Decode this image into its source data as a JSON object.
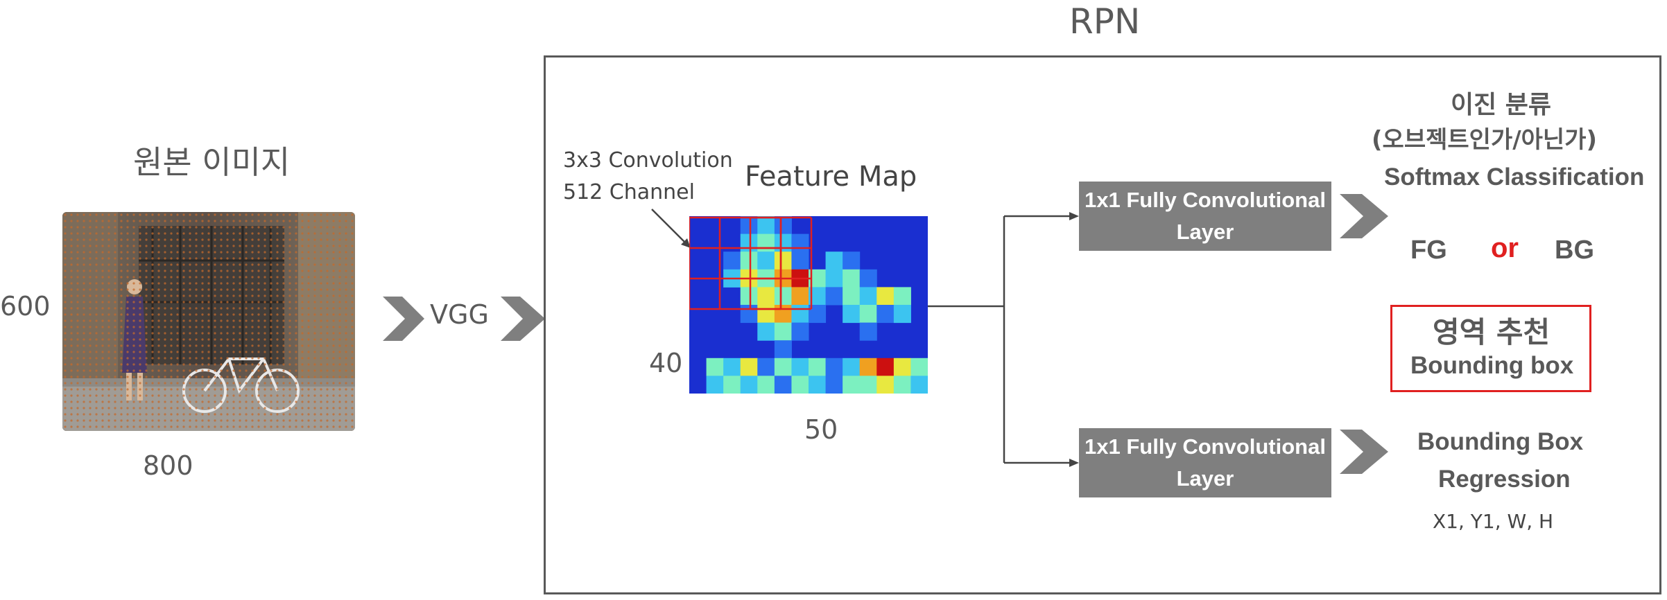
{
  "original_image": {
    "title": "원본 이미지",
    "height_label": "600",
    "width_label": "800"
  },
  "backbone": {
    "label": "VGG"
  },
  "rpn": {
    "title": "RPN"
  },
  "feature_map": {
    "title": "Feature Map",
    "conv_note_line1": "3x3 Convolution",
    "conv_note_line2": "512 Channel",
    "height_label": "40",
    "width_label": "50"
  },
  "classification_branch": {
    "layer_line1": "1x1 Fully Convolutional",
    "layer_line2": "Layer",
    "heading_line1": "이진 분류",
    "heading_line2": "(오브젝트인가/아닌가)",
    "heading_line3": "Softmax Classification",
    "fg": "FG",
    "or": "or",
    "bg": "BG",
    "region_line1": "영역 추천",
    "region_line2": "Bounding box"
  },
  "regression_branch": {
    "layer_line1": "1x1 Fully Convolutional",
    "layer_line2": "Layer",
    "heading_line1": "Bounding Box",
    "heading_line2": "Regression",
    "outputs": "X1, Y1, W, H"
  },
  "colors": {
    "arrow": "#7f7f7f",
    "layer_box": "#7f7f7f",
    "highlight_red": "#e02020",
    "heatmap_low": "#1a2fd0",
    "heatmap_high": "#cc1010"
  }
}
